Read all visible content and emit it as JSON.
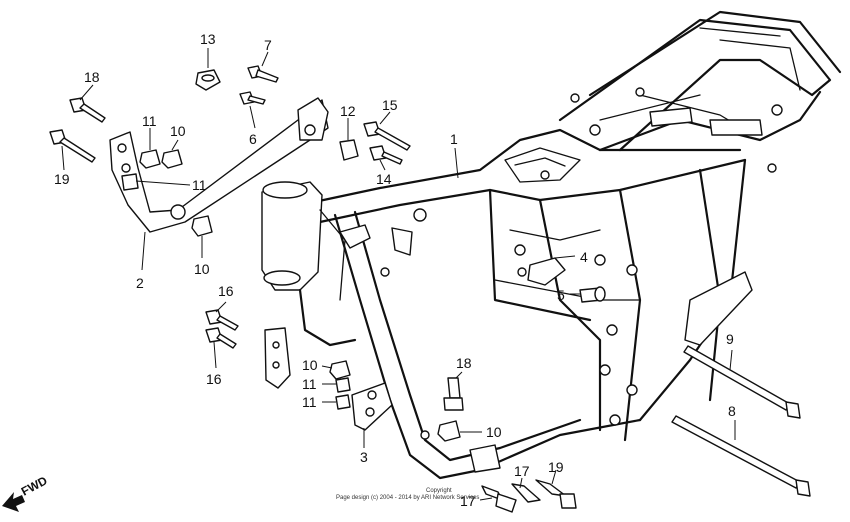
{
  "labels": [
    {
      "id": "l13",
      "text": "13"
    },
    {
      "id": "l7",
      "text": "7"
    },
    {
      "id": "l6",
      "text": "6"
    },
    {
      "id": "l18a",
      "text": "18"
    },
    {
      "id": "l11a",
      "text": "11"
    },
    {
      "id": "l10a",
      "text": "10"
    },
    {
      "id": "l11b",
      "text": "11"
    },
    {
      "id": "l19a",
      "text": "19"
    },
    {
      "id": "l12",
      "text": "12"
    },
    {
      "id": "l15",
      "text": "15"
    },
    {
      "id": "l14",
      "text": "14"
    },
    {
      "id": "l1",
      "text": "1"
    },
    {
      "id": "l2",
      "text": "2"
    },
    {
      "id": "l10b",
      "text": "10"
    },
    {
      "id": "l4",
      "text": "4"
    },
    {
      "id": "l5",
      "text": "5"
    },
    {
      "id": "l16a",
      "text": "16"
    },
    {
      "id": "l16b",
      "text": "16"
    },
    {
      "id": "l9",
      "text": "9"
    },
    {
      "id": "l10c",
      "text": "10"
    },
    {
      "id": "l18b",
      "text": "18"
    },
    {
      "id": "l11c",
      "text": "11"
    },
    {
      "id": "l11d",
      "text": "11"
    },
    {
      "id": "l8",
      "text": "8"
    },
    {
      "id": "l10d",
      "text": "10"
    },
    {
      "id": "l3",
      "text": "3"
    },
    {
      "id": "l17a",
      "text": "17"
    },
    {
      "id": "l19b",
      "text": "19"
    },
    {
      "id": "l17b",
      "text": "17"
    }
  ],
  "fwd": {
    "text": "FWD"
  },
  "copyright": {
    "line1": "Copyright",
    "line2": "Page design (c) 2004 - 2014 by ARI Network Services"
  }
}
